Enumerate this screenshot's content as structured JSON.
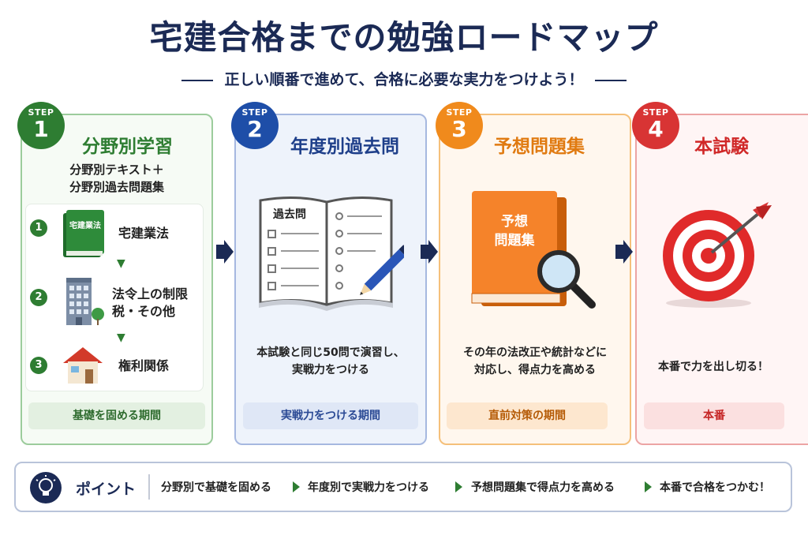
{
  "header": {
    "title": "宅建合格までの勉強ロードマップ",
    "subtitle": "正しい順番で進めて、合格に必要な実力をつけよう！"
  },
  "steps": [
    {
      "step_label": "STEP",
      "number": "1",
      "title": "分野別学習",
      "subtitle_lines": [
        "分野別テキスト＋",
        "分野別過去問題集"
      ],
      "items": [
        {
          "num": "1",
          "label": "宅建業法",
          "icon": "green-book-icon",
          "book_text": "宅建業法"
        },
        {
          "num": "2",
          "label_lines": [
            "法令上の制限",
            "税・その他"
          ],
          "icon": "building-icon"
        },
        {
          "num": "3",
          "label": "権利関係",
          "icon": "house-icon"
        }
      ],
      "period": "基礎を固める期間",
      "color": "#2e7d32"
    },
    {
      "step_label": "STEP",
      "number": "2",
      "title": "年度別過去問",
      "illustration": "open-notebook-with-pencil-icon",
      "notebook_label": "過去問",
      "desc_lines": [
        "本試験と同じ50問で演習し、",
        "実戦力をつける"
      ],
      "period": "実戦力をつける期間",
      "color": "#1e4ea8"
    },
    {
      "step_label": "STEP",
      "number": "3",
      "title": "予想問題集",
      "illustration": "orange-book-with-magnifier-icon",
      "book_lines": [
        "予想",
        "問題集"
      ],
      "desc_lines": [
        "その年の法改正や統計などに",
        "対応し、得点力を高める"
      ],
      "period": "直前対策の期間",
      "color": "#f08a1c"
    },
    {
      "step_label": "STEP",
      "number": "4",
      "title": "本試験",
      "illustration": "target-with-arrow-icon",
      "desc_lines": [
        "本番で力を出し切る！"
      ],
      "period": "本番",
      "color": "#d83434"
    }
  ],
  "point": {
    "label": "ポイント",
    "items": [
      "分野別で基礎を固める",
      "年度別で実戦力をつける",
      "予想問題集で得点力を高める",
      "本番で合格をつかむ！"
    ],
    "icon": "lightbulb-icon"
  },
  "colors": {
    "navy": "#1b2a55",
    "green": "#2e7d32",
    "blue": "#1e4ea8",
    "orange": "#f08a1c",
    "red": "#d83434"
  }
}
